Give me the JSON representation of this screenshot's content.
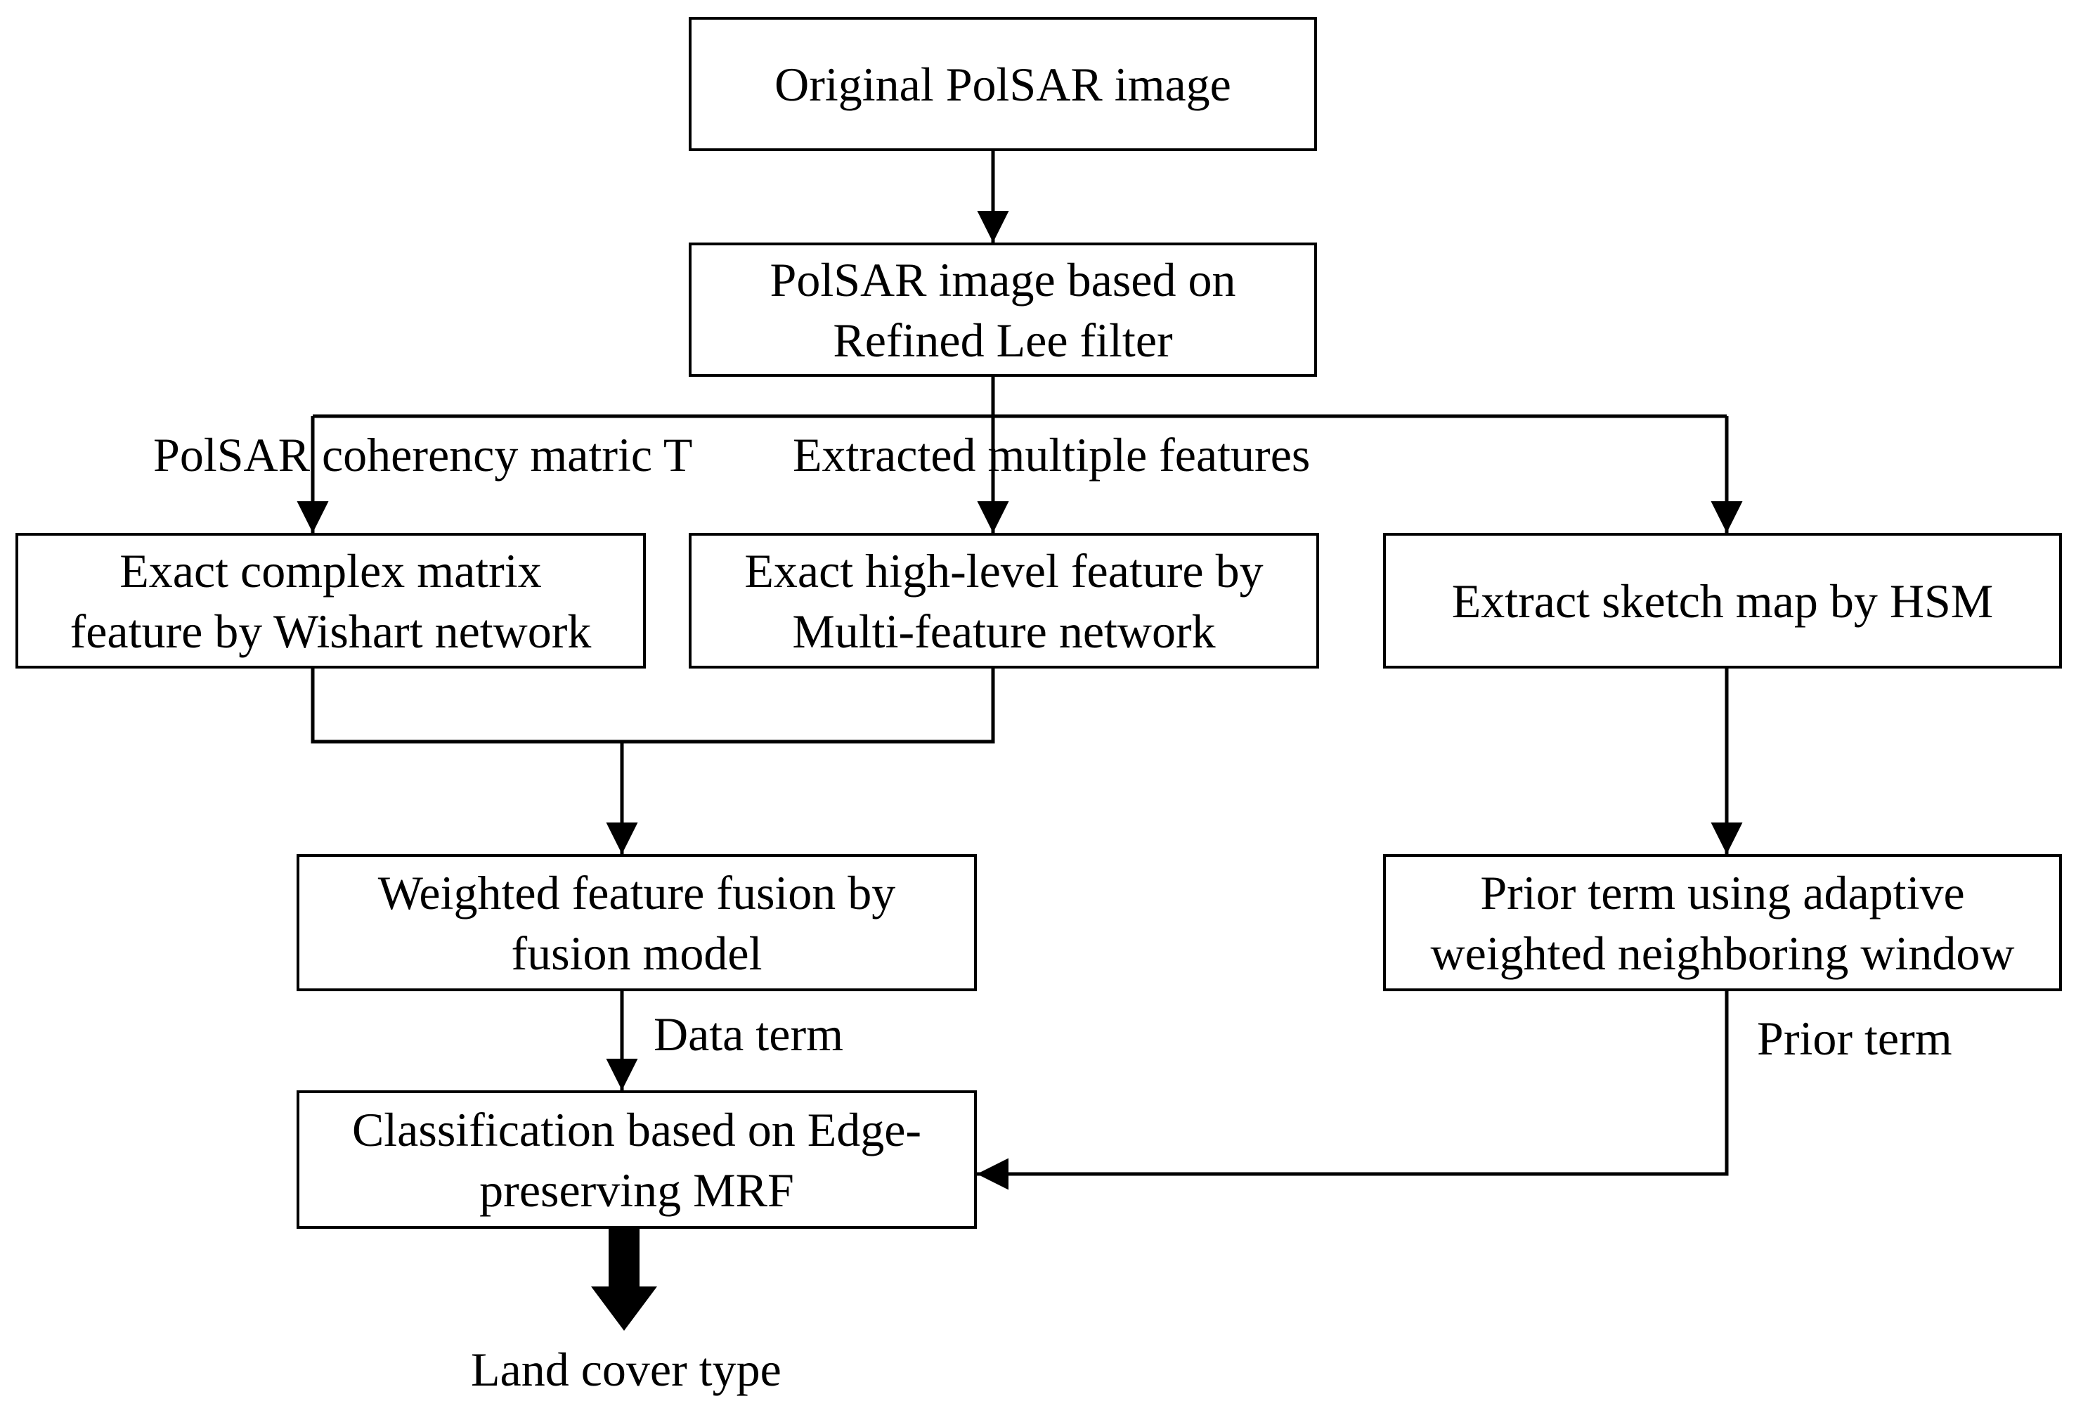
{
  "nodes": {
    "original": {
      "lines": [
        "Original PolSAR image"
      ]
    },
    "filtered": {
      "lines": [
        "PolSAR image based on",
        "Refined Lee filter"
      ]
    },
    "wishart": {
      "lines": [
        "Exact complex matrix",
        "feature by Wishart network"
      ]
    },
    "multifeature": {
      "lines": [
        "Exact high-level feature by",
        "Multi-feature network"
      ]
    },
    "sketch": {
      "lines": [
        "Extract sketch map by HSM"
      ]
    },
    "fusion": {
      "lines": [
        "Weighted feature fusion by",
        "fusion model"
      ]
    },
    "prior": {
      "lines": [
        "Prior term using adaptive",
        "weighted neighboring window"
      ]
    },
    "classification": {
      "lines": [
        "Classification based on Edge-",
        "preserving MRF"
      ]
    }
  },
  "edge_labels": {
    "coherency": "PolSAR coherency matric T",
    "multiple_features": "Extracted multiple features",
    "data_term": "Data term",
    "prior_term": "Prior term",
    "output": "Land cover type"
  }
}
